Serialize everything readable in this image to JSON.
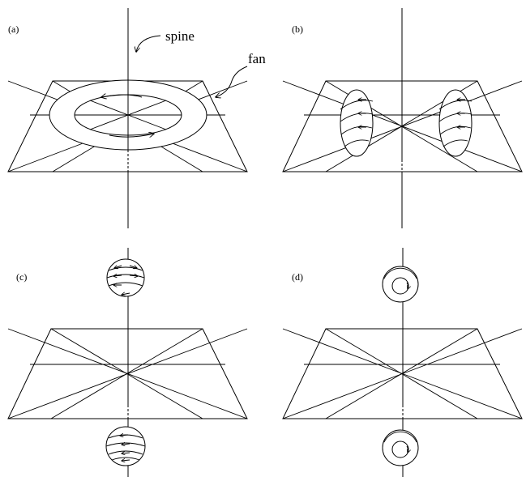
{
  "panels": [
    {
      "id": "a",
      "label": "(a)"
    },
    {
      "id": "b",
      "label": "(b)"
    },
    {
      "id": "c",
      "label": "(c)"
    },
    {
      "id": "d",
      "label": "(d)"
    }
  ],
  "callouts": {
    "spine": "spine",
    "fan": "fan"
  }
}
